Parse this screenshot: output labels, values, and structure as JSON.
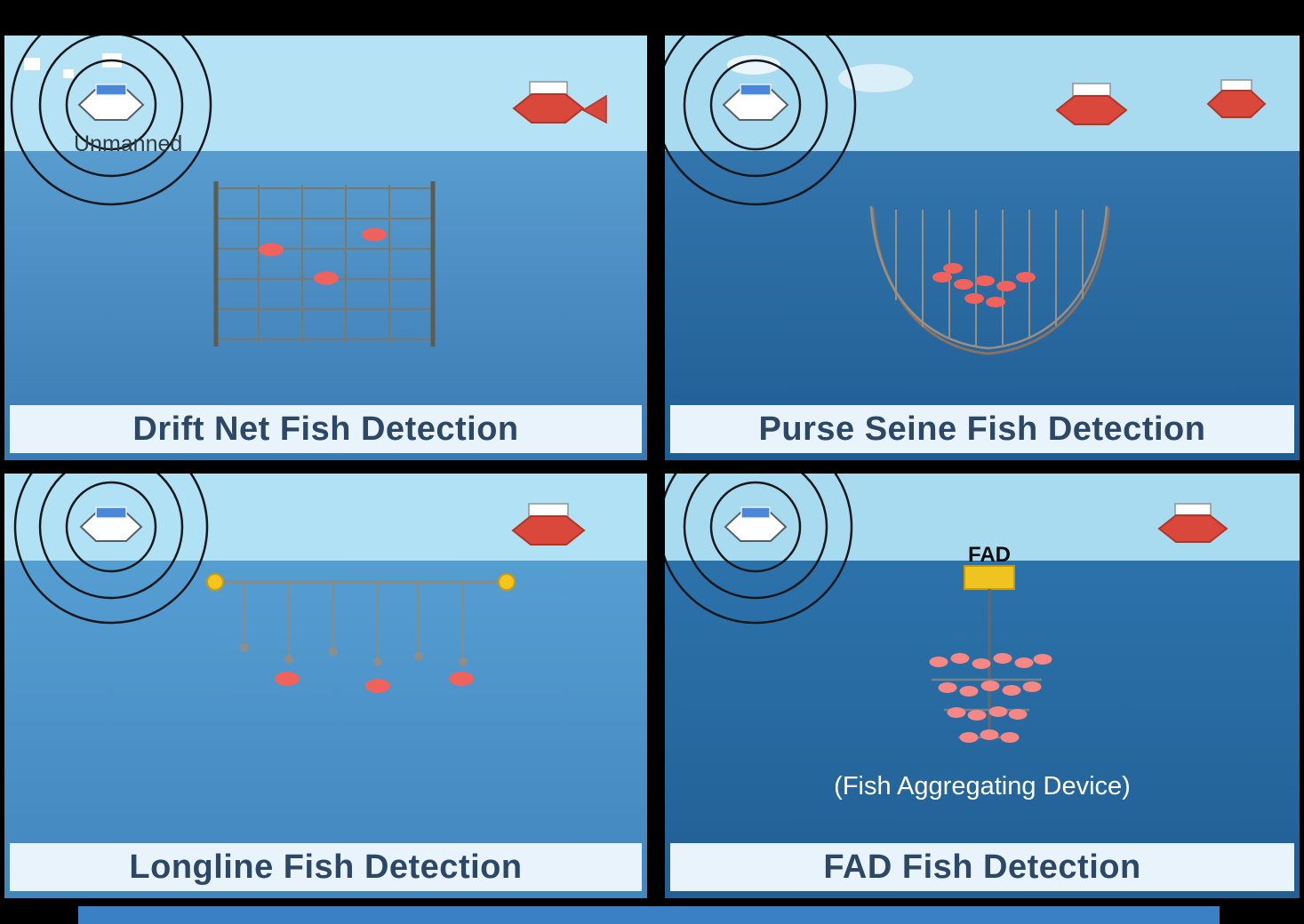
{
  "panels": [
    {
      "key": "drift-net",
      "title": "Drift Net Fish Detection",
      "unmanned_label": "Unmanned"
    },
    {
      "key": "purse-seine",
      "title": "Purse Seine Fish Detection"
    },
    {
      "key": "longline",
      "title": "Longline Fish Detection"
    },
    {
      "key": "fad",
      "title": "FAD Fish Detection",
      "float_label": "FAD",
      "caption": "(Fish Aggregating Device)"
    }
  ],
  "icons": {
    "sonar_rings": "sonar-rings-icon",
    "unmanned_vessel": "unmanned-vessel-icon",
    "fishing_boat": "fishing-boat-icon",
    "fish": "fish-icon",
    "buoy": "buoy-icon",
    "cloud": "cloud-icon",
    "fad_float": "fad-float-icon",
    "drift_net": "drift-net-icon",
    "purse_seine_net": "purse-seine-net-icon",
    "longline": "longline-icon"
  },
  "colors": {
    "boat_red": "#d9483b",
    "cabin_blue": "#4a87d9",
    "fish_red": "#f0625c",
    "fish_pink": "#f58784",
    "buoy_yellow": "#f6c51d",
    "fad_yellow": "#f0c420",
    "net_gray": "#8b8b82",
    "title_bar_bg": "#e9f3fb",
    "title_text": "#2c4866",
    "sky_blue": "#aadcef",
    "water_blue": "#3a7db6",
    "footer_blue": "#3a80c4",
    "background": "#000000"
  }
}
